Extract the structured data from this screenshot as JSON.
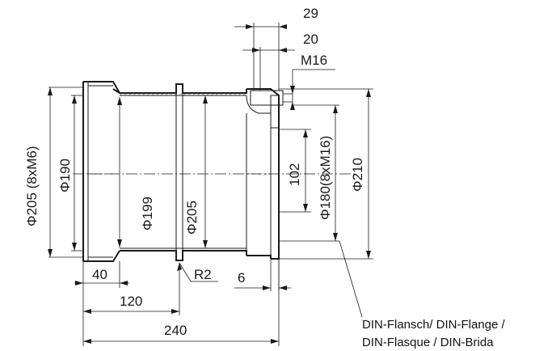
{
  "dimensions": {
    "d29": "29",
    "d20": "20",
    "m16": "M16",
    "d205_8xm6": "Φ205 (8xM6)",
    "d190": "Φ190",
    "d199": "Φ199",
    "d205": "Φ205",
    "d102": "102",
    "d180_8xm16": "Φ180(8xM16)",
    "d210": "Φ210",
    "d40": "40",
    "r2": "R2",
    "d6": "6",
    "d120": "120",
    "d240": "240"
  },
  "note": {
    "line1": "DIN-Flansch/ DIN-Flange /",
    "line2": "DIN-Flasque / DIN-Brida"
  }
}
